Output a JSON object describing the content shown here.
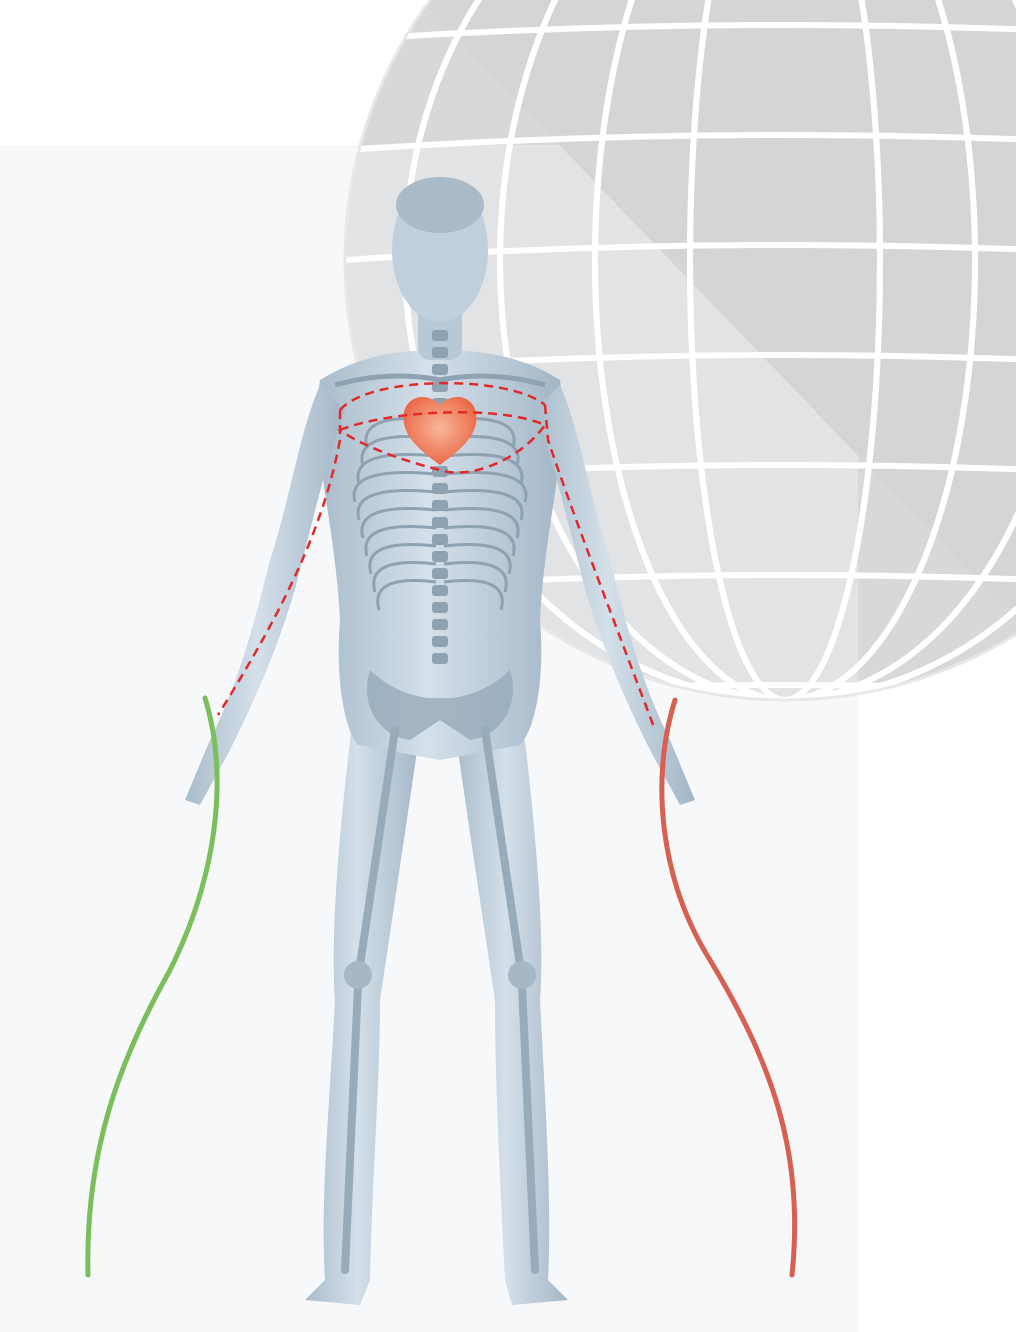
{
  "colors": {
    "page_bg": "#ffffff",
    "panel_bg": "#f7f8f9",
    "globe_fill": "#d6d8da",
    "globe_light": "#e6e7e8",
    "globe_lines": "#ffffff",
    "body_fill": "#c3d2de",
    "body_shade": "#9fb3c3",
    "bone": "#8fa2b1",
    "heart": "#f07a5a",
    "dashed_path": "#e02a2a",
    "green_electrode_wire": "#8ccc6a",
    "red_electrode_wire": "#e0705e"
  },
  "elements": {
    "globe": "decorative-globe-icon",
    "figure": "human-anatomy-figure",
    "heart": "heart-icon",
    "conduction_path": "dashed-conduction-loop",
    "left_cable": "green-electrode-cable",
    "right_cable": "red-electrode-cable"
  }
}
